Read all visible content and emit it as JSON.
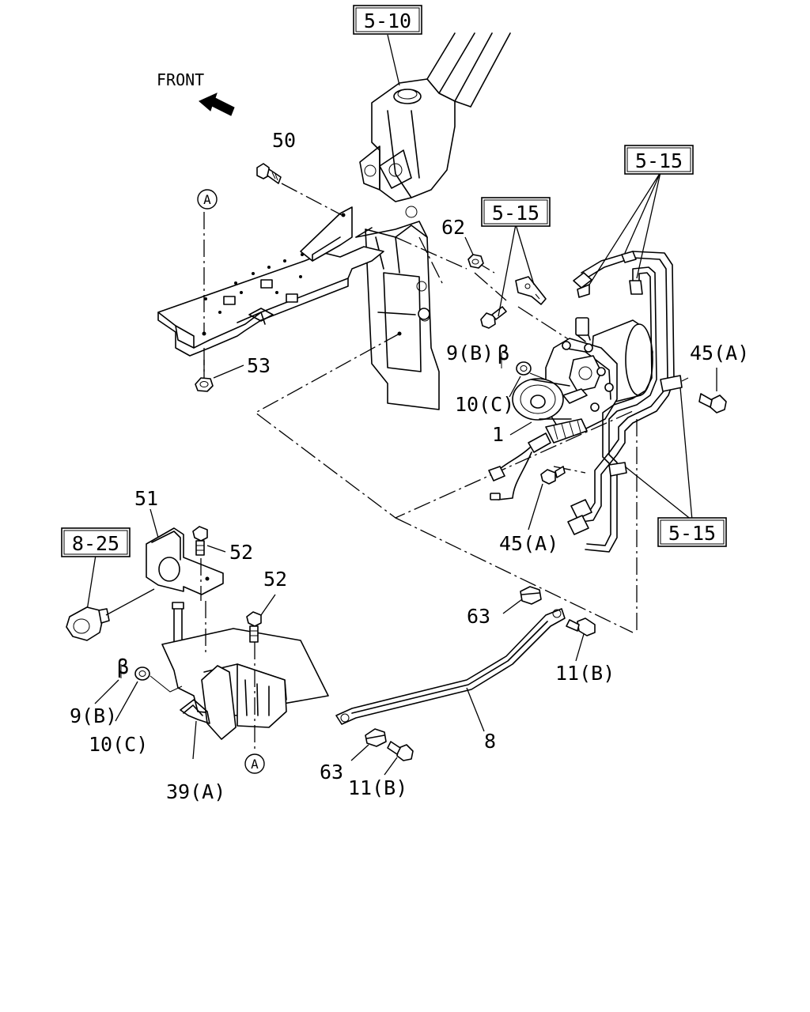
{
  "front_label": "FRONT",
  "ref_boxes": {
    "top": "5-10",
    "upper_right": "5-15",
    "middle": "5-15",
    "lower_right": "5-15",
    "left": "8-25"
  },
  "circle_marks": {
    "upper": "A",
    "lower": "A"
  },
  "callouts": {
    "c50": "50",
    "c53": "53",
    "c62": "62",
    "c9b_upper": "9(B)",
    "beta_upper": "β",
    "c10c_upper": "10(C)",
    "c1": "1",
    "c45a_right": "45(A)",
    "c45a_lower": "45(A)",
    "c51": "51",
    "c52_upper": "52",
    "c52_lower": "52",
    "beta_lower": "β",
    "c9b_lower": "9(B)",
    "c10c_lower": "10(C)",
    "c39a": "39(A)",
    "c63_upper": "63",
    "c11b_upper": "11(B)",
    "c8": "8",
    "c63_lower": "63",
    "c11b_lower": "11(B)"
  }
}
